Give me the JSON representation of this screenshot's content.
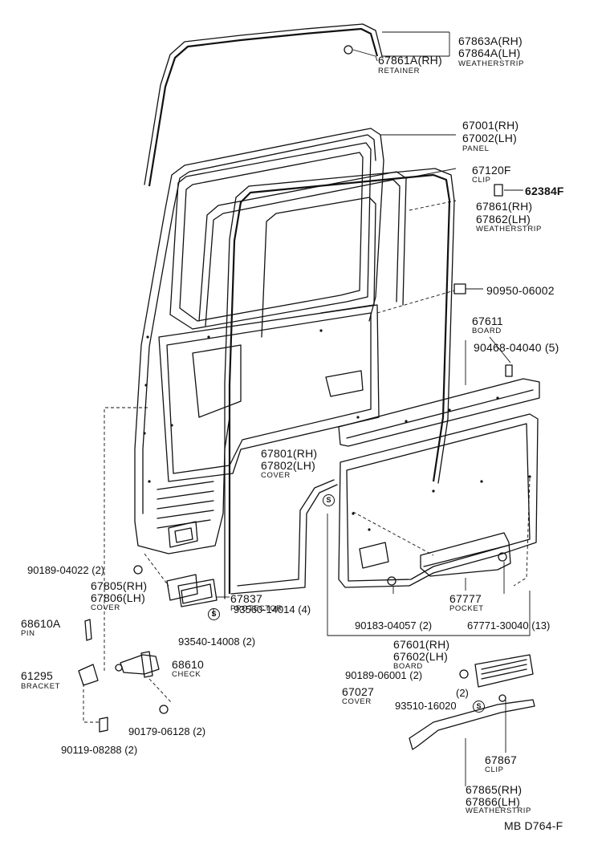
{
  "diagram_code": "MB D764-F",
  "callouts": [
    {
      "id": "weatherstrip-top",
      "lines": [
        "67863A(RH)",
        "67864A(LH)",
        "WEATHERSTRIP"
      ]
    },
    {
      "id": "retainer",
      "lines": [
        "67861A(RH)",
        "RETAINER"
      ]
    },
    {
      "id": "panel",
      "lines": [
        "67001(RH)",
        "67002(LH)",
        "PANEL"
      ]
    },
    {
      "id": "clip-67120f",
      "lines": [
        "67120F",
        "CLIP"
      ]
    },
    {
      "id": "plug-62384f",
      "lines": [
        "62384F"
      ]
    },
    {
      "id": "weatherstrip-67861",
      "lines": [
        "67861(RH)",
        "67862(LH)",
        "WEATHERSTRIP"
      ]
    },
    {
      "id": "part-90950",
      "lines": [
        "90950-06002"
      ]
    },
    {
      "id": "board-67611",
      "lines": [
        "67611",
        "BOARD"
      ]
    },
    {
      "id": "screw-90468",
      "lines": [
        "90468-04040 (5)"
      ]
    },
    {
      "id": "cover-67801",
      "lines": [
        "67801(RH)",
        "67802(LH)",
        "COVER"
      ]
    },
    {
      "id": "screw-90189-04022",
      "lines": [
        "90189-04022 (2)"
      ]
    },
    {
      "id": "cover-67805",
      "lines": [
        "67805(RH)",
        "67806(LH)",
        "COVER"
      ]
    },
    {
      "id": "protector-67837",
      "lines": [
        "67837",
        "PROTECTOR"
      ]
    },
    {
      "id": "clip-93560",
      "lines": [
        "93560-14014 (4)"
      ]
    },
    {
      "id": "pocket-67777",
      "lines": [
        "67777",
        "POCKET"
      ]
    },
    {
      "id": "pin-68610a",
      "lines": [
        "68610A",
        "PIN"
      ]
    },
    {
      "id": "clip-93540",
      "lines": [
        "93540-14008 (2)"
      ]
    },
    {
      "id": "screw-90183",
      "lines": [
        "90183-04057 (2)"
      ]
    },
    {
      "id": "clip-67771",
      "lines": [
        "67771-30040 (13)"
      ]
    },
    {
      "id": "board-67601",
      "lines": [
        "67601(RH)",
        "67602(LH)",
        "BOARD"
      ]
    },
    {
      "id": "bracket-61295",
      "lines": [
        "61295",
        "BRACKET"
      ]
    },
    {
      "id": "check-68610",
      "lines": [
        "68610",
        "CHECK"
      ]
    },
    {
      "id": "screw-90189-06001",
      "lines": [
        "90189-06001 (2)"
      ]
    },
    {
      "id": "cover-67027",
      "lines": [
        "67027",
        "COVER"
      ]
    },
    {
      "id": "qty-2",
      "lines": [
        "(2)"
      ]
    },
    {
      "id": "clip-93510",
      "lines": [
        "93510-16020"
      ]
    },
    {
      "id": "bolt-90179",
      "lines": [
        "90179-06128 (2)"
      ]
    },
    {
      "id": "bolt-90119",
      "lines": [
        "90119-08288 (2)"
      ]
    },
    {
      "id": "clip-67867",
      "lines": [
        "67867",
        "CLIP"
      ]
    },
    {
      "id": "weatherstrip-67865",
      "lines": [
        "67865(RH)",
        "67866(LH)",
        "WEATHERSTRIP"
      ]
    }
  ],
  "symbols": {
    "s_mark": "S"
  }
}
